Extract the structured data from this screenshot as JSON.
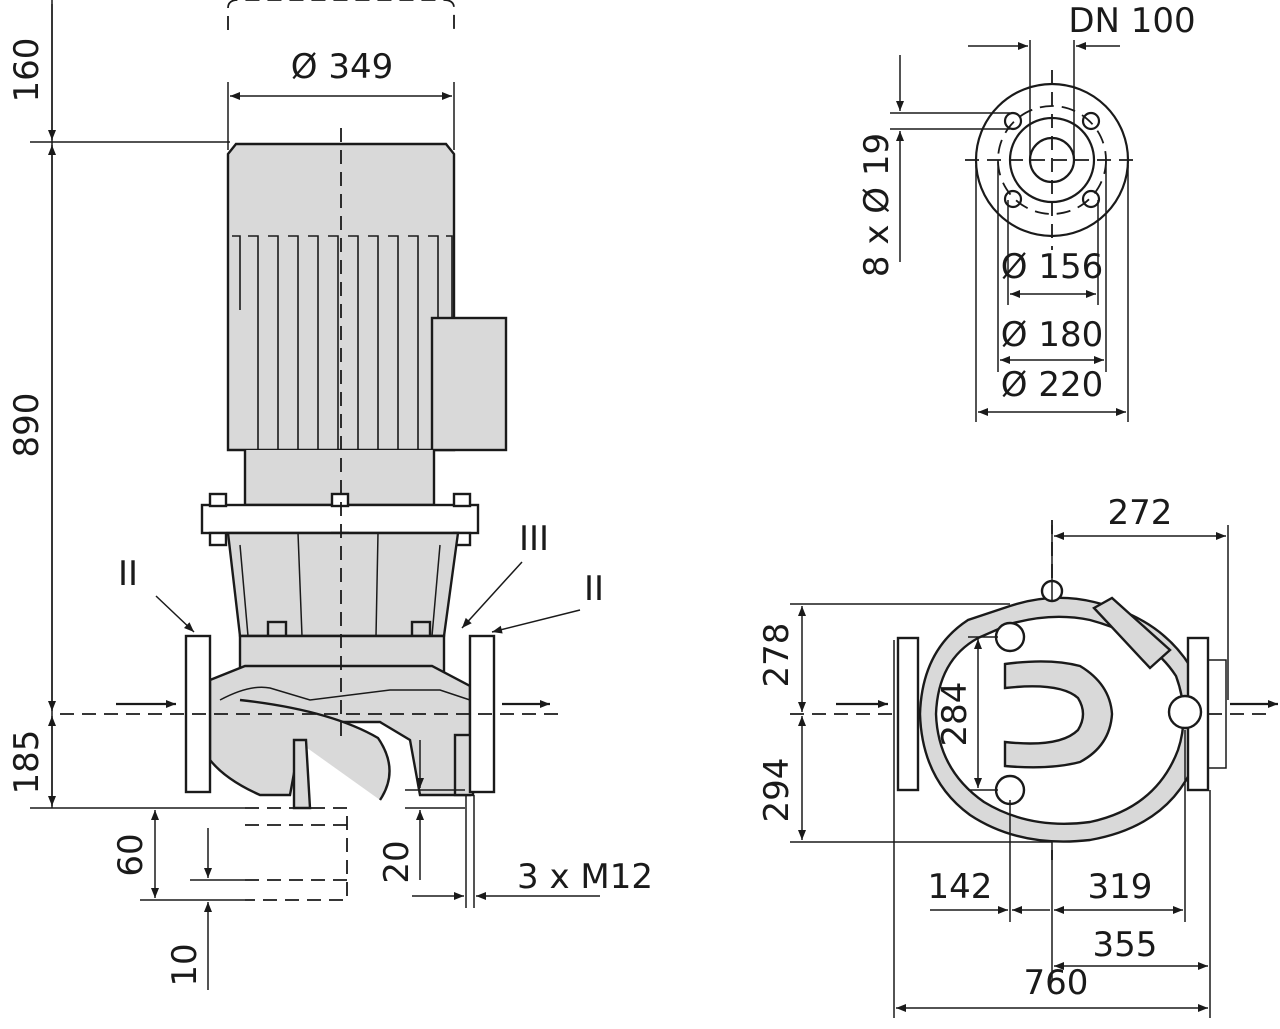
{
  "side_view": {
    "dim_160": "160",
    "dim_890": "890",
    "dim_185": "185",
    "dim_motor_diameter": "Ø 349",
    "dim_60": "60",
    "dim_10": "10",
    "dim_20": "20",
    "label_bolts": "3 x M12",
    "label_II_left": "II",
    "label_II_right": "II",
    "label_III": "III"
  },
  "flange_view": {
    "label_dn": "DN 100",
    "label_holes": "8 x Ø 19",
    "dim_156": "Ø 156",
    "dim_180": "Ø 180",
    "dim_220": "Ø 220"
  },
  "top_view": {
    "dim_272": "272",
    "dim_278": "278",
    "dim_294": "294",
    "dim_284": "284",
    "dim_142": "142",
    "dim_319": "319",
    "dim_355": "355",
    "dim_760": "760"
  }
}
